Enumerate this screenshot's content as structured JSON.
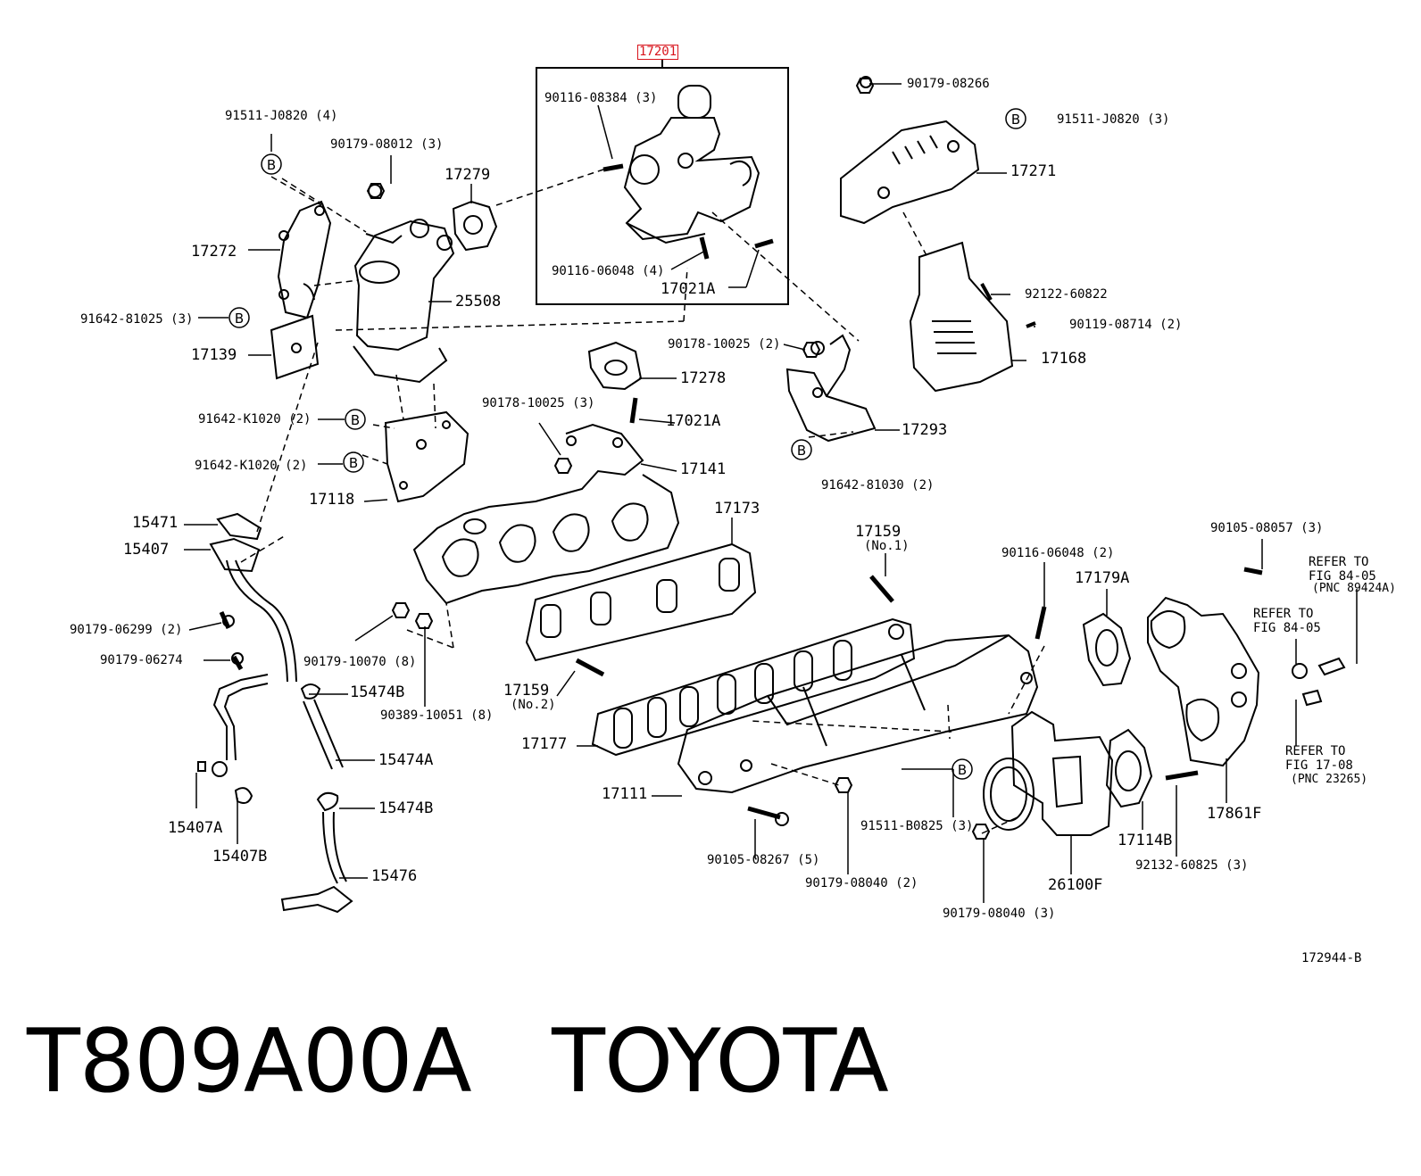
{
  "diagram": {
    "selected_part": "17201",
    "figure_code": "172944-B",
    "marker_letter": "B",
    "labels": {
      "p17201": "17201",
      "p90116_08384": "90116-08384 (3)",
      "p90116_06048_4": "90116-06048 (4)",
      "p17021A_top": "17021A",
      "p90179_08266": "90179-08266",
      "p91511_J0820_3": "91511-J0820 (3)",
      "p17271": "17271",
      "p92122_60822": "92122-60822",
      "p90119_08714": "90119-08714 (2)",
      "p17168": "17168",
      "p91511_J0820_4": "91511-J0820 (4)",
      "p90179_08012": "90179-08012 (3)",
      "p17279": "17279",
      "p17272": "17272",
      "p25508": "25508",
      "p91642_81025": "91642-81025 (3)",
      "p17139": "17139",
      "p90178_10025_2": "90178-10025 (2)",
      "p17278": "17278",
      "p90178_10025_3": "90178-10025 (3)",
      "p17021A_mid": "17021A",
      "p17293": "17293",
      "p91642_K1020_a": "91642-K1020 (2)",
      "p91642_K1020_b": "91642-K1020 (2)",
      "p17141": "17141",
      "p91642_81030": "91642-81030 (2)",
      "p17118": "17118",
      "p17173": "17173",
      "p17159_1": "17159",
      "p17159_1_sub": "(No.1)",
      "p15471": "15471",
      "p15407": "15407",
      "p90105_08057": "90105-08057 (3)",
      "p90116_06048_2": "90116-06048 (2)",
      "p17179A": "17179A",
      "p90179_06299": "90179-06299 (2)",
      "p90179_10070": "90179-10070 (8)",
      "p90179_06274": "90179-06274",
      "p15474B_a": "15474B",
      "p90389_10051": "90389-10051 (8)",
      "p17159_2": "17159",
      "p17159_2_sub": "(No.2)",
      "p17177": "17177",
      "p15474A": "15474A",
      "p17111": "17111",
      "p15474B_b": "15474B",
      "p15407A": "15407A",
      "p15407B": "15407B",
      "p15476": "15476",
      "p90105_08267": "90105-08267 (5)",
      "p91511_B0825": "91511-B0825 (3)",
      "p90179_08040_2": "90179-08040 (2)",
      "p90179_08040_3": "90179-08040 (3)",
      "p26100F": "26100F",
      "p17114B": "17114B",
      "p92132_60825": "92132-60825 (3)",
      "p17861F": "17861F",
      "ref1_a": "REFER TO",
      "ref1_b": "FIG  84-05",
      "ref1_c": "(PNC  89424A)",
      "ref2_a": "REFER TO",
      "ref2_b": "FIG  84-05",
      "ref3_a": "REFER TO",
      "ref3_b": "FIG  17-08",
      "ref3_c": "(PNC  23265)"
    }
  },
  "footer": {
    "part_number": "T809A00A",
    "brand": "TOYOTA"
  },
  "colors": {
    "ink": "#000000",
    "highlight": "#d8141c",
    "background": "#ffffff"
  }
}
